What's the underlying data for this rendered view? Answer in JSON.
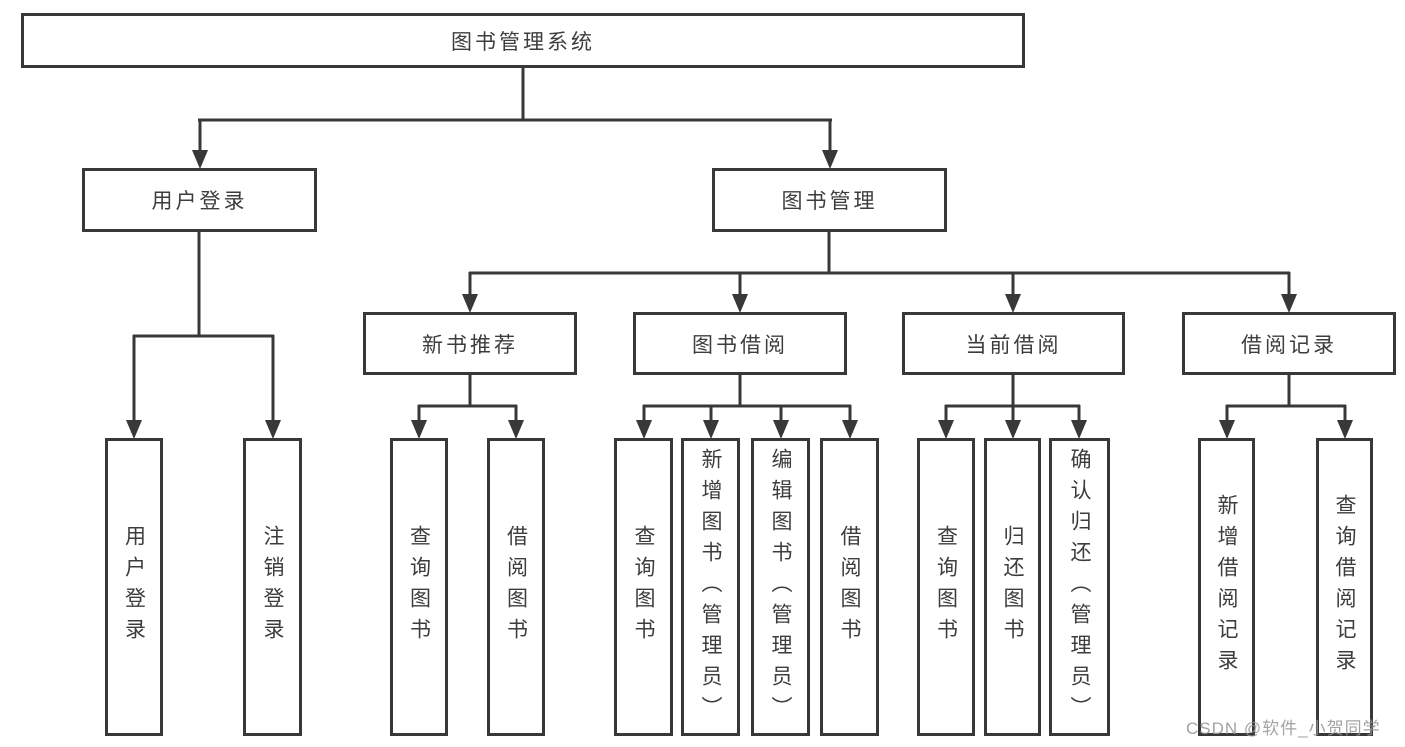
{
  "tree": {
    "root": {
      "label": "图书管理系统",
      "children": [
        {
          "label": "用户登录",
          "children": [
            {
              "label": "用户登录"
            },
            {
              "label": "注销登录"
            }
          ]
        },
        {
          "label": "图书管理",
          "children": [
            {
              "label": "新书推荐",
              "children": [
                {
                  "label": "查询图书"
                },
                {
                  "label": "借阅图书"
                }
              ]
            },
            {
              "label": "图书借阅",
              "children": [
                {
                  "label": "查询图书"
                },
                {
                  "label": "新增图书（管理员）"
                },
                {
                  "label": "编辑图书（管理员）"
                },
                {
                  "label": "借阅图书"
                }
              ]
            },
            {
              "label": "当前借阅",
              "children": [
                {
                  "label": "查询图书"
                },
                {
                  "label": "归还图书"
                },
                {
                  "label": "确认归还（管理员）"
                }
              ]
            },
            {
              "label": "借阅记录",
              "children": [
                {
                  "label": "新增借阅记录"
                },
                {
                  "label": "查询借阅记录"
                }
              ]
            }
          ]
        }
      ]
    }
  },
  "watermark": {
    "text": "CSDN @软件_小贺同学"
  },
  "colors": {
    "line": "#383838",
    "text": "#3d3d3d",
    "watermark": "#969696"
  }
}
